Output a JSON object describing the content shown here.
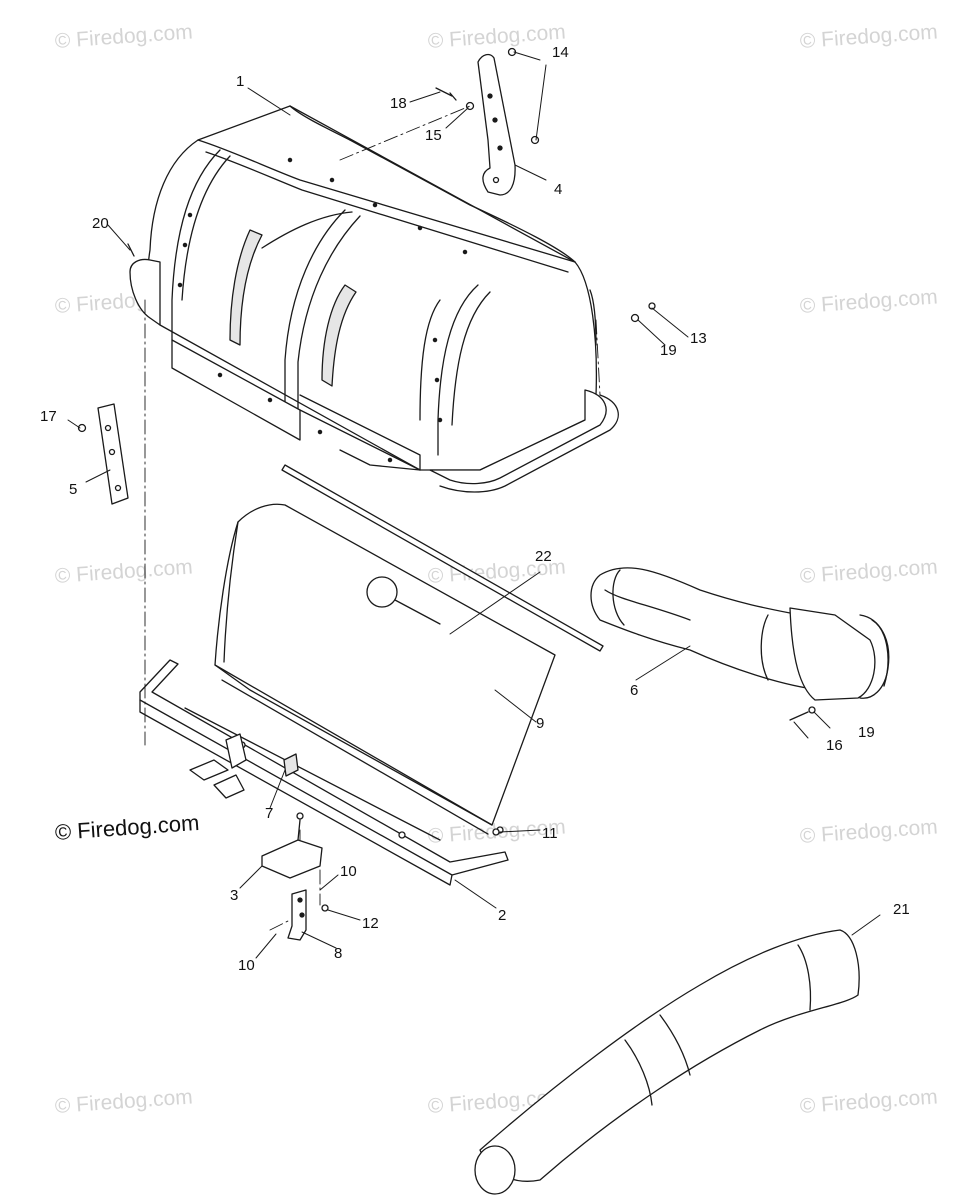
{
  "watermark": {
    "text": "© Firedog.com",
    "color": "#d4d4d4",
    "main_color": "#111111"
  },
  "callouts": {
    "c1": "1",
    "c2": "2",
    "c3": "3",
    "c4": "4",
    "c5": "5",
    "c6": "6",
    "c7": "7",
    "c8": "8",
    "c9": "9",
    "c10a": "10",
    "c10b": "10",
    "c11": "11",
    "c12": "12",
    "c13": "13",
    "c14": "14",
    "c15": "15",
    "c16": "16",
    "c17": "17",
    "c18": "18",
    "c19a": "19",
    "c19b": "19",
    "c20": "20",
    "c21": "21",
    "c22": "22"
  },
  "colors": {
    "line": "#1a1a1a",
    "shade": "#e6e6e6",
    "paper": "#ffffff"
  }
}
